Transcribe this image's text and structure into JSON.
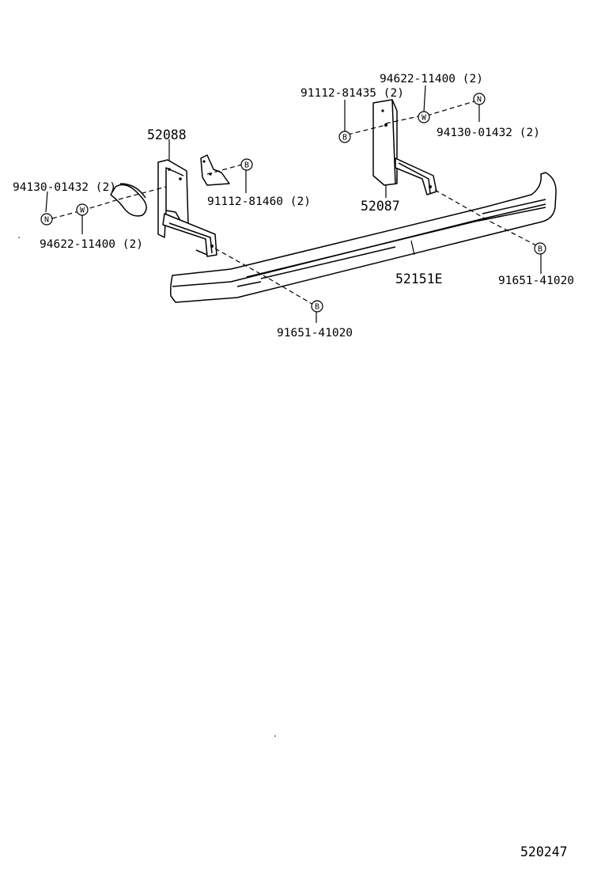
{
  "labels": {
    "bracket_left": "52088",
    "bracket_right": "52087",
    "bumper": "52151E",
    "bolt_left": "91112-81460 (2)",
    "bolt_right": "91112-81435 (2)",
    "nut_left": "94130-01432 (2)",
    "nut_right": "94130-01432 (2)",
    "washer_left": "94622-11400 (2)",
    "washer_right": "94622-11400 (2)",
    "bolt_bottom_left": "91651-41020",
    "bolt_bottom_right": "91651-41020",
    "diagram_code": "520247"
  },
  "symbols": {
    "bolt": "B",
    "nut": "N",
    "washer": "W"
  }
}
